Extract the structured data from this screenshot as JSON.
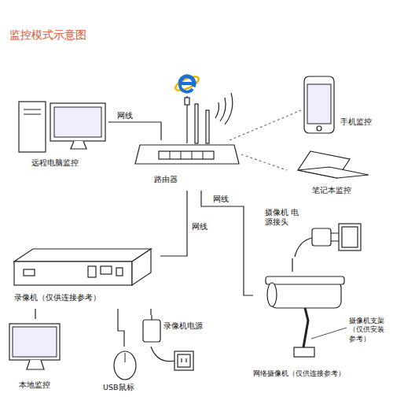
{
  "diagram": {
    "title": "监控模式示意图",
    "nodes": [
      {
        "text": [
          "远程电脑监控"
        ]
      },
      {
        "text": [
          "路由器"
        ]
      },
      {
        "text": [
          "手机监控"
        ]
      },
      {
        "text": [
          "笔记本监控"
        ]
      },
      {
        "text": [
          "摄像机 电源接头"
        ]
      },
      {
        "text": [
          "录像机（仅供连接参考）"
        ]
      },
      {
        "text": [
          "录像机电源"
        ]
      },
      {
        "text": [
          "本地监控"
        ]
      },
      {
        "text": [
          "USB鼠标"
        ]
      },
      {
        "text": [
          "网络摄像机（仅供连接参考）"
        ]
      }
    ],
    "edges": [
      {
        "from": 0,
        "to": 1,
        "arrow": "none",
        "label": "网线"
      },
      {
        "from": 1,
        "to": 5,
        "arrow": "none",
        "label": "网线"
      },
      {
        "from": 1,
        "to": 9,
        "arrow": "none",
        "label": "网线"
      },
      {
        "from": 9,
        "to": 4,
        "arrow": "none"
      },
      {
        "from": 1,
        "to": 2,
        "arrow": "none"
      },
      {
        "from": 1,
        "to": 3,
        "arrow": "none"
      },
      {
        "from": 5,
        "to": 7,
        "arrow": "none"
      },
      {
        "from": 5,
        "to": 8,
        "arrow": "none"
      },
      {
        "from": 5,
        "to": 6,
        "arrow": "none"
      }
    ],
    "labels": [
      "摄像机支架（仅供安装参考）"
    ]
  }
}
